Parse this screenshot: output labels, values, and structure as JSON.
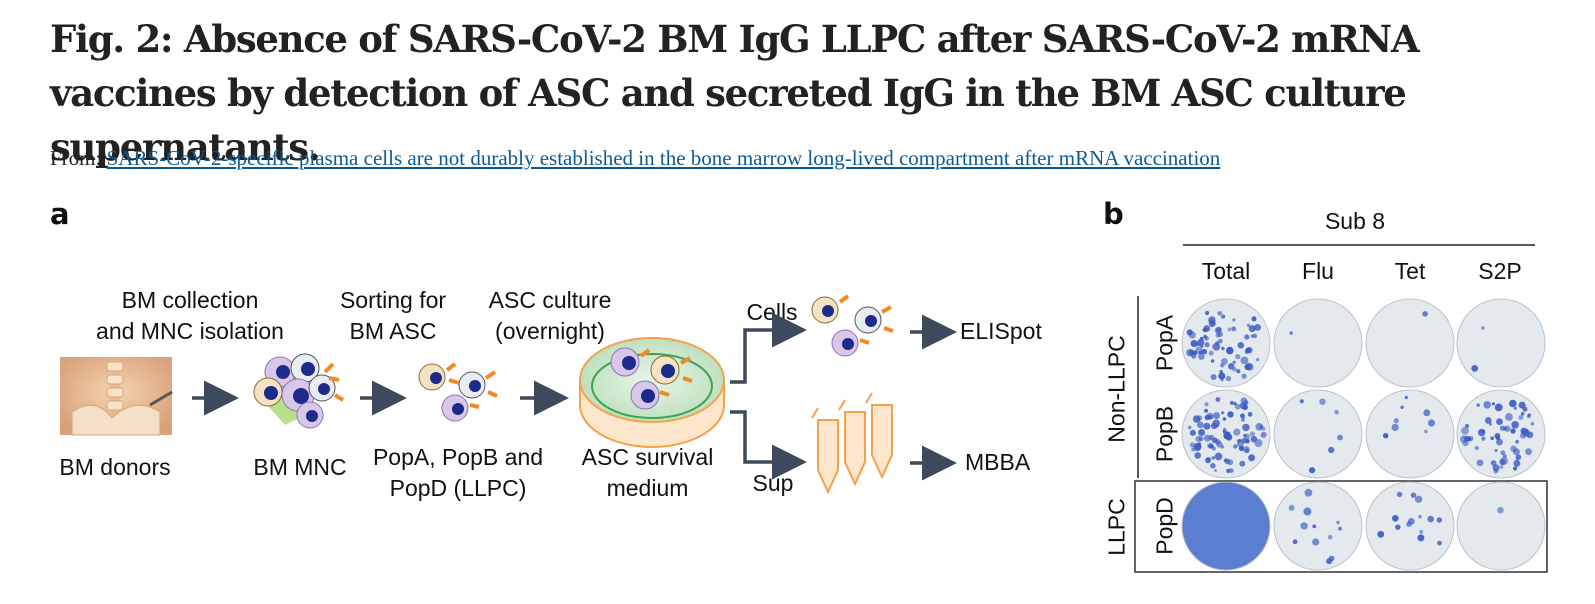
{
  "figure": {
    "title": "Fig. 2: Absence of SARS-CoV-2 BM IgG LLPC after SARS-CoV-2 mRNA vaccines by detection of ASC and secreted IgG in the BM ASC culture supernatants.",
    "from_label": "From:",
    "from_link": "SARS-CoV-2-specific plasma cells are not durably established in the bone marrow long-lived compartment after mRNA vaccination"
  },
  "panel_a": {
    "letter": "a",
    "step1_top_line1": "BM collection",
    "step1_top_line2": "and MNC isolation",
    "step1_bottom": "BM donors",
    "step2_bottom": "BM MNC",
    "step3_top_line1": "Sorting for",
    "step3_top_line2": "BM ASC",
    "step3_bottom_line1": "PopA, PopB and",
    "step3_bottom_line2": "PopD (LLPC)",
    "step4_top_line1": "ASC culture",
    "step4_top_line2": "(overnight)",
    "step4_bottom_line1": "ASC survival",
    "step4_bottom_line2": "medium",
    "branch_cells": "Cells",
    "branch_sup": "Sup",
    "out_elispot": "ELISpot",
    "out_mbba": "MBBA",
    "colors": {
      "arrow": "#3d4a5c",
      "cell_orange": "#f08a24",
      "nucleus": "#1c2a8a",
      "dish_rim": "#f5a04a",
      "dish_liquid": "#cfe9d0"
    }
  },
  "panel_b": {
    "letter": "b",
    "subject": "Sub 8",
    "columns": [
      "Total",
      "Flu",
      "Tet",
      "S2P"
    ],
    "rows": [
      "PopA",
      "PopB",
      "PopD"
    ],
    "group_non_llpc": "Non-LLPC",
    "group_llpc": "LLPC",
    "colors": {
      "well_bg": "#e4e9ee",
      "spot": "#3b5bc4"
    }
  }
}
